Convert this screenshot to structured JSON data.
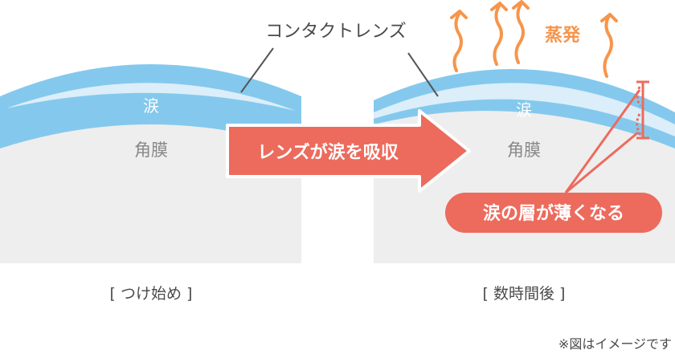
{
  "labels": {
    "contact_lens": "コンタクトレンズ",
    "tear_left": "涙",
    "cornea_left": "角膜",
    "tear_right": "涙",
    "cornea_right": "角膜",
    "evaporation": "蒸発",
    "arrow": "レンズが涙を吸収",
    "thin_layer": "涙の層が薄くなる",
    "caption_left": "[ つけ始め ]",
    "caption_right": "[ 数時間後 ]",
    "note": "※図はイメージです"
  },
  "colors": {
    "tear": "#84c9ed",
    "lens": "#dbeef9",
    "cornea": "#eeeeee",
    "accent": "#ec6b5d",
    "evap": "#f7954a",
    "text": "#4a4a4a"
  }
}
